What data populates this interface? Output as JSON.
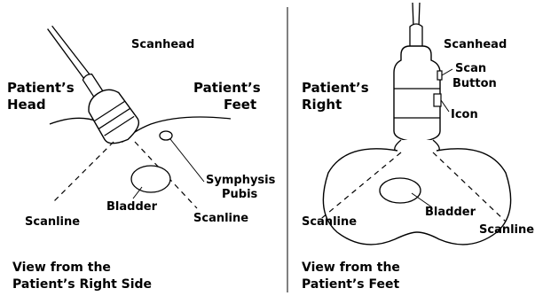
{
  "left_panel": {
    "scanhead": "Scanhead",
    "patients_head": [
      "Patient’s",
      "Head"
    ],
    "patients_feet": [
      "Patient’s",
      "Feet"
    ],
    "symphysis_pubis": [
      "Symphysis",
      "Pubis"
    ],
    "bladder": "Bladder",
    "scanline_left": "Scanline",
    "scanline_right": "Scanline",
    "caption": [
      "View from the",
      "Patient’s Right Side"
    ]
  },
  "right_panel": {
    "scanhead": "Scanhead",
    "scan_button": [
      "Scan",
      "Button"
    ],
    "icon": "Icon",
    "patients_right": [
      "Patient’s",
      "Right"
    ],
    "bladder": "Bladder",
    "scanline_left": "Scanline",
    "scanline_right": "Scanline",
    "caption": [
      "View from the",
      "Patient’s Feet"
    ]
  }
}
